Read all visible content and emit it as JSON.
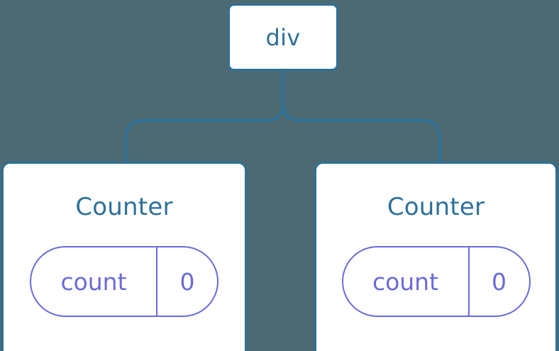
{
  "diagram": {
    "type": "component-tree",
    "background_color": "#4d6a72",
    "node_border_color": "#2d7099",
    "node_text_color": "#2d7099",
    "state_color": "#6a6ad8",
    "connector_color": "#2d7099",
    "root": {
      "label": "div"
    },
    "children": [
      {
        "label": "Counter",
        "state": {
          "key": "count",
          "value": "0"
        }
      },
      {
        "label": "Counter",
        "state": {
          "key": "count",
          "value": "0"
        }
      }
    ]
  }
}
